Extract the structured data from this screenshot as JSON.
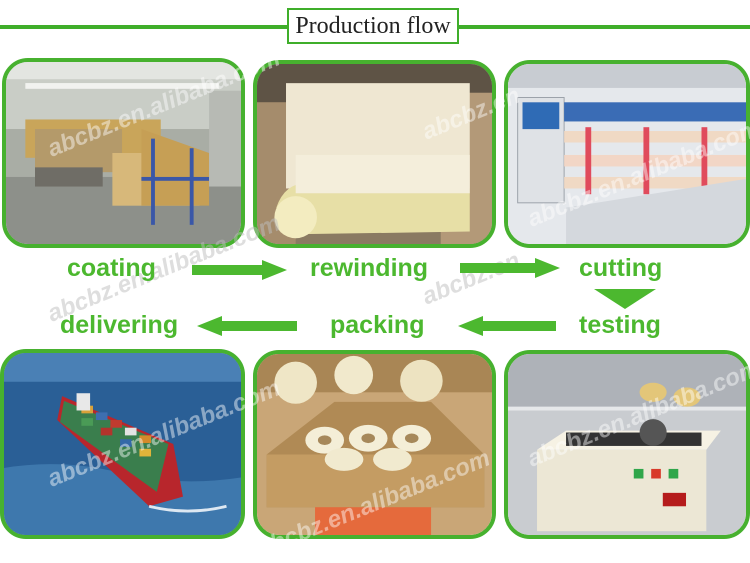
{
  "title": "Production flow",
  "steps": {
    "coating": "coating",
    "rewinding": "rewinding",
    "cutting": "cutting",
    "testing": "testing",
    "packing": "packing",
    "delivering": "delivering"
  },
  "watermarks": {
    "alibaba": "abcbz.en.alibaba.com",
    "abcbz": "abcbz.en"
  },
  "colors": {
    "accent_green": "#47b12f"
  }
}
